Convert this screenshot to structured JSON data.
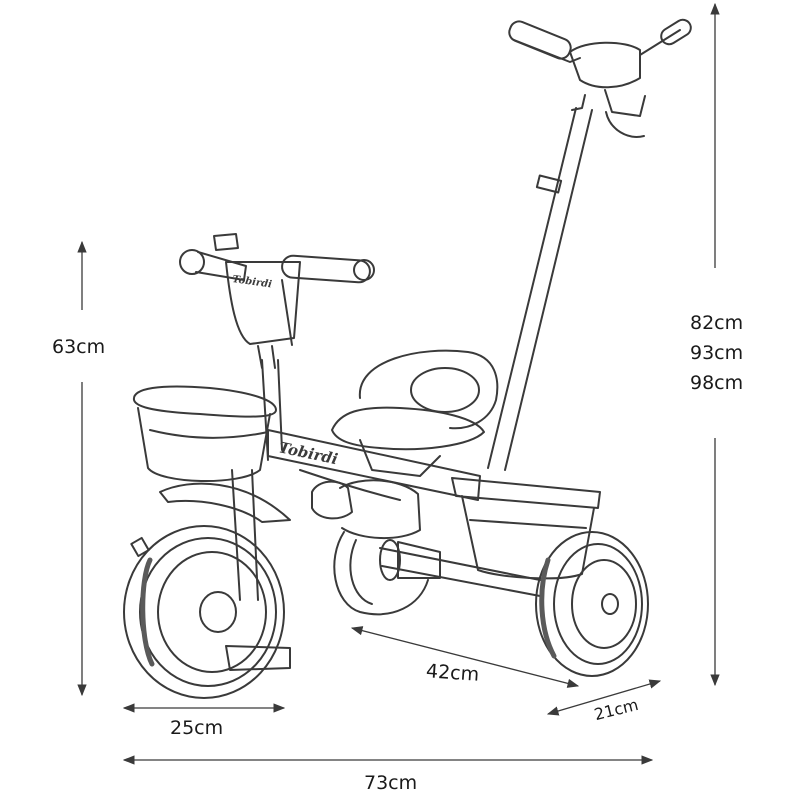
{
  "dimensions": {
    "seat_height": "63cm",
    "total_heights": [
      "82cm",
      "93cm",
      "98cm"
    ],
    "wheelbase": "42cm",
    "front_wheel": "25cm",
    "rear_wheel": "21cm",
    "length": "73cm"
  },
  "frame_brand": "Tobirdi",
  "handlebar_brand": "Tobirdi",
  "colors": {
    "ink": "#1a1a1a",
    "line": "#3a3a3a",
    "shade": "#6a6a6a",
    "paper": "#ffffff"
  }
}
